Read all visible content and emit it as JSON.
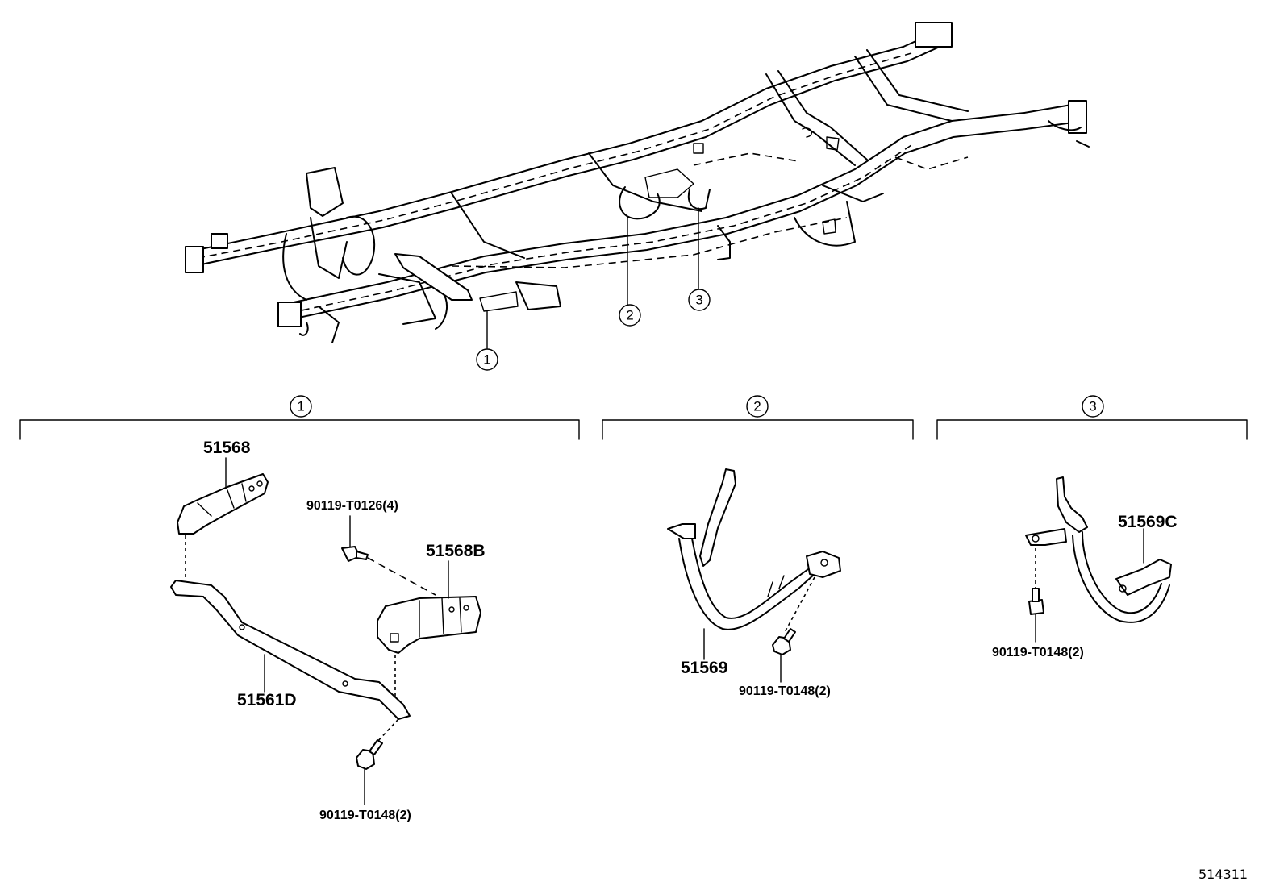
{
  "callouts": {
    "c1": "1",
    "c2": "2",
    "c3": "3"
  },
  "groups": [
    {
      "id": "1",
      "parts": [
        "51568",
        "90119-T0126(4)",
        "51568B",
        "51561D",
        "90119-T0148(2)"
      ]
    },
    {
      "id": "2",
      "parts": [
        "51569",
        "90119-T0148(2)"
      ]
    },
    {
      "id": "3",
      "parts": [
        "51569C",
        "90119-T0148(2)"
      ]
    }
  ],
  "labels": {
    "p51568": "51568",
    "p90119_t0126": "90119-T0126(4)",
    "p51568b": "51568B",
    "p51561d": "51561D",
    "p90119_g1": "90119-T0148(2)",
    "p51569": "51569",
    "p90119_g2": "90119-T0148(2)",
    "p51569c": "51569C",
    "p90119_g3": "90119-T0148(2)"
  },
  "diagram_ref": "514311"
}
